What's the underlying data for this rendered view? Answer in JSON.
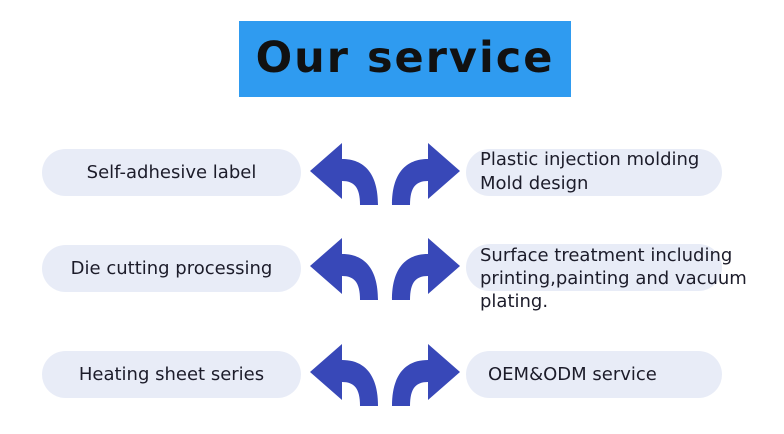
{
  "title": "Our service",
  "colors": {
    "title_bg": "#2f9bf0",
    "pill_bg": "#e8ecf7",
    "arrow": "#3848b8"
  },
  "icons": {
    "left_arrow": "curved-arrow-left-icon",
    "right_arrow": "curved-arrow-right-icon"
  },
  "rows": [
    {
      "left_label": "Self-adhesive label",
      "right_lines": [
        "Plastic injection  molding",
        "Mold design"
      ]
    },
    {
      "left_label": "Die cutting processing",
      "right_lines": [
        "Surface treatment including",
        "printing,painting and vacuum",
        "plating."
      ]
    },
    {
      "left_label": "Heating sheet series",
      "right_lines": [
        "OEM&ODM service"
      ]
    }
  ]
}
